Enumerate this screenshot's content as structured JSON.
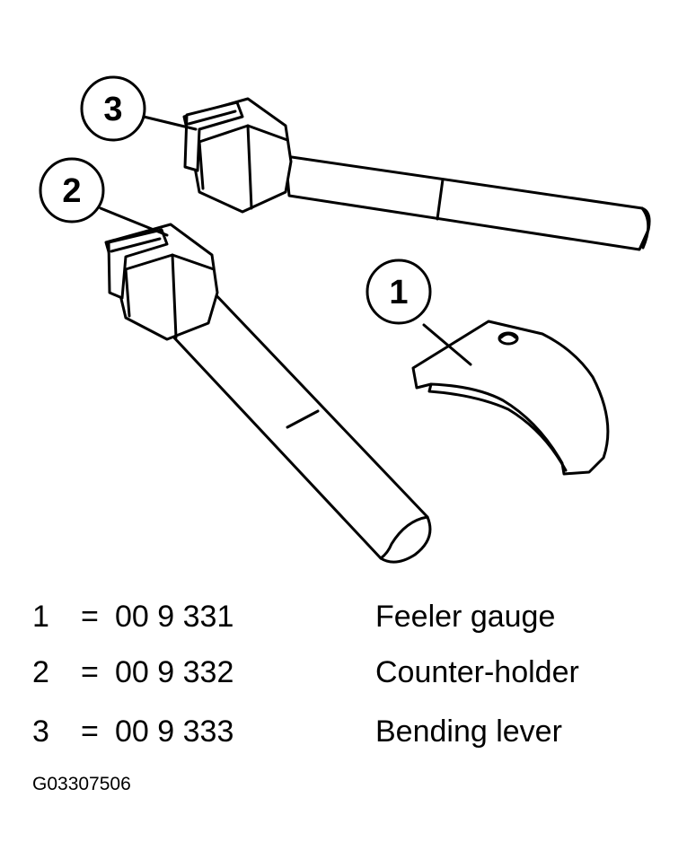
{
  "callouts": [
    {
      "label": "1"
    },
    {
      "label": "2"
    },
    {
      "label": "3"
    }
  ],
  "legend": [
    {
      "number": "1",
      "eq": "=",
      "part": "00 9 331",
      "description": "Feeler gauge"
    },
    {
      "number": "2",
      "eq": "=",
      "part": "00 9 332",
      "description": "Counter-holder"
    },
    {
      "number": "3",
      "eq": "=",
      "part": "00 9 333",
      "description": "Bending lever"
    }
  ],
  "figure_id": "G03307506",
  "colors": {
    "line": "#000000",
    "fill": "#ffffff"
  }
}
